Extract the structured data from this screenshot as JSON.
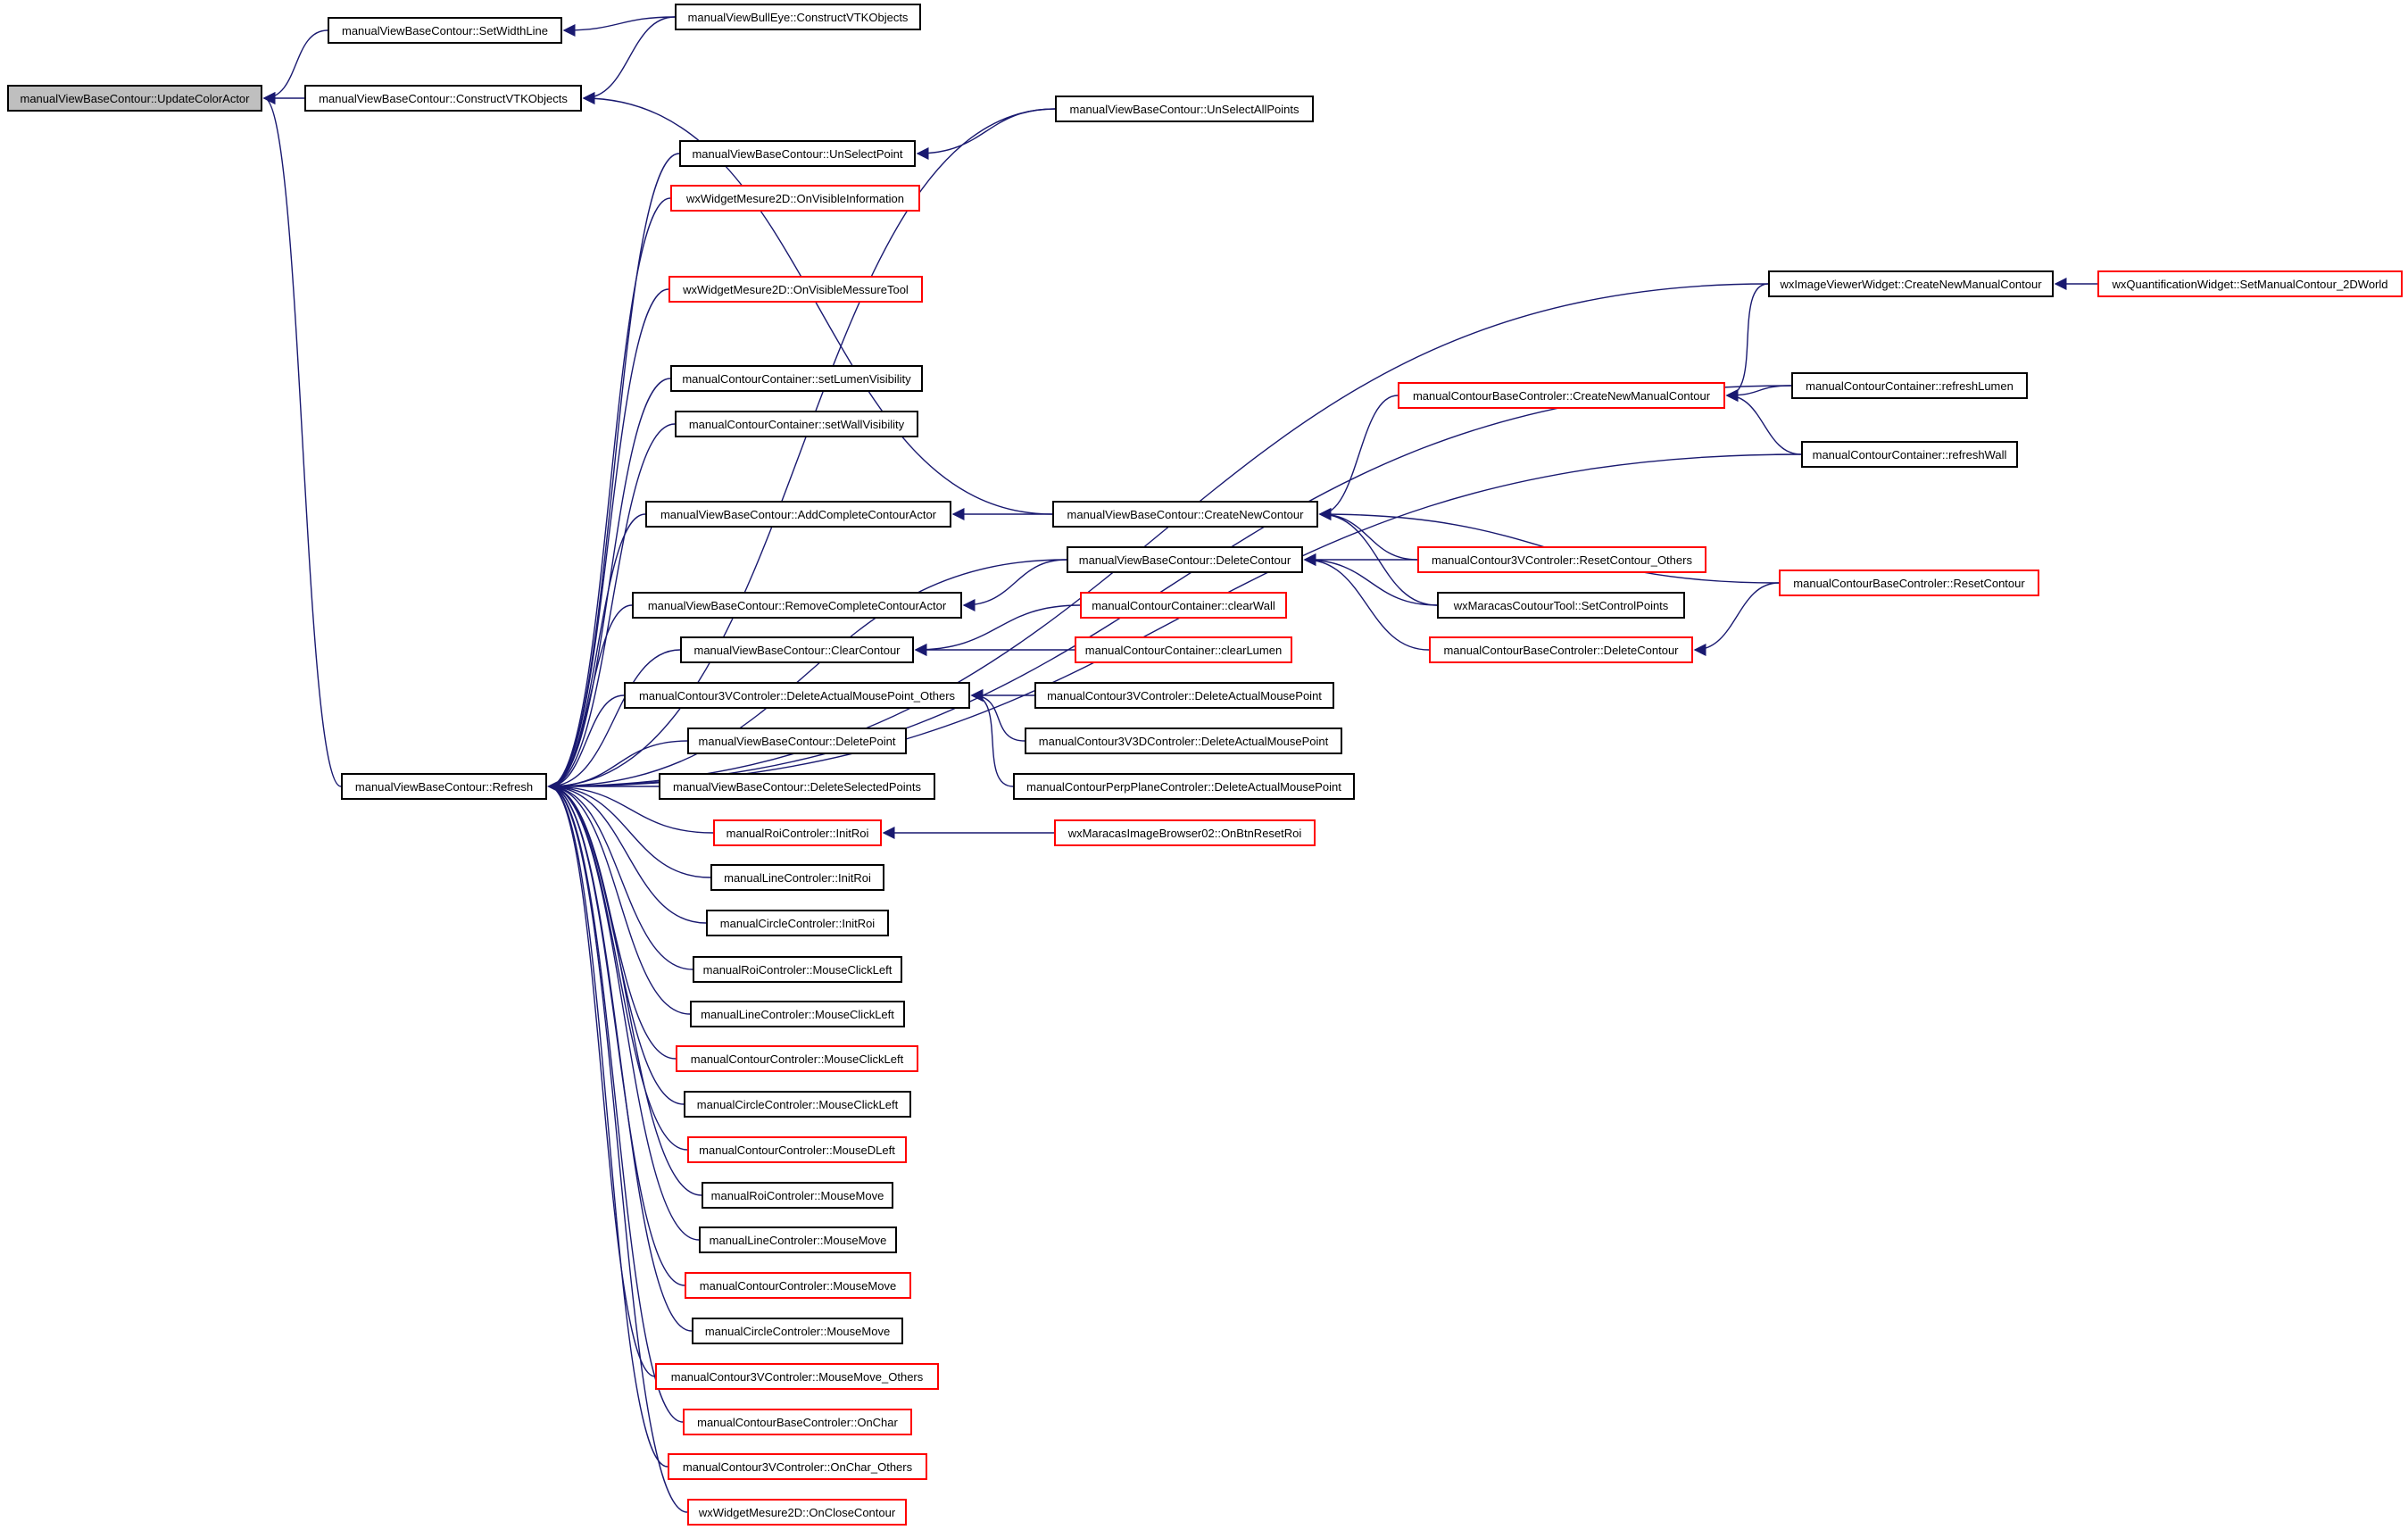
{
  "colors": {
    "edge": "#191970",
    "node_border": "#000000",
    "truncated_border": "#ff0000",
    "focus_fill": "#bfbfbf"
  },
  "nodes": [
    {
      "id": "n0",
      "label": "manualViewBaseContour::UpdateColorActor",
      "style": "focus"
    },
    {
      "id": "n1",
      "label": "manualViewBaseContour::SetWidthLine",
      "style": "normal"
    },
    {
      "id": "n2",
      "label": "manualViewBaseContour::ConstructVTKObjects",
      "style": "normal"
    },
    {
      "id": "n3",
      "label": "manualViewBaseContour::Refresh",
      "style": "normal"
    },
    {
      "id": "n4",
      "label": "manualViewBullEye::ConstructVTKObjects",
      "style": "normal"
    },
    {
      "id": "n5",
      "label": "manualViewBaseContour::UnSelectAllPoints",
      "style": "normal"
    },
    {
      "id": "n6",
      "label": "manualViewBaseContour::UnSelectPoint",
      "style": "normal"
    },
    {
      "id": "n7",
      "label": "wxWidgetMesure2D::OnVisibleInformation",
      "style": "red"
    },
    {
      "id": "n8",
      "label": "wxWidgetMesure2D::OnVisibleMessureTool",
      "style": "red"
    },
    {
      "id": "n9",
      "label": "manualContourContainer::setLumenVisibility",
      "style": "normal"
    },
    {
      "id": "n10",
      "label": "manualContourContainer::setWallVisibility",
      "style": "normal"
    },
    {
      "id": "n11",
      "label": "manualViewBaseContour::AddCompleteContourActor",
      "style": "normal"
    },
    {
      "id": "n12",
      "label": "manualViewBaseContour::RemoveCompleteContourActor",
      "style": "normal"
    },
    {
      "id": "n13",
      "label": "manualViewBaseContour::ClearContour",
      "style": "normal"
    },
    {
      "id": "n14",
      "label": "manualContour3VControler::DeleteActualMousePoint_Others",
      "style": "normal"
    },
    {
      "id": "n15",
      "label": "manualViewBaseContour::DeletePoint",
      "style": "normal"
    },
    {
      "id": "n16",
      "label": "manualViewBaseContour::DeleteSelectedPoints",
      "style": "normal"
    },
    {
      "id": "n17",
      "label": "manualRoiControler::InitRoi",
      "style": "red"
    },
    {
      "id": "n18",
      "label": "manualLineControler::InitRoi",
      "style": "normal"
    },
    {
      "id": "n19",
      "label": "manualCircleControler::InitRoi",
      "style": "normal"
    },
    {
      "id": "n20",
      "label": "manualRoiControler::MouseClickLeft",
      "style": "normal"
    },
    {
      "id": "n21",
      "label": "manualLineControler::MouseClickLeft",
      "style": "normal"
    },
    {
      "id": "n22",
      "label": "manualContourControler::MouseClickLeft",
      "style": "red"
    },
    {
      "id": "n23",
      "label": "manualCircleControler::MouseClickLeft",
      "style": "normal"
    },
    {
      "id": "n24",
      "label": "manualContourControler::MouseDLeft",
      "style": "red"
    },
    {
      "id": "n25",
      "label": "manualRoiControler::MouseMove",
      "style": "normal"
    },
    {
      "id": "n26",
      "label": "manualLineControler::MouseMove",
      "style": "normal"
    },
    {
      "id": "n27",
      "label": "manualContourControler::MouseMove",
      "style": "red"
    },
    {
      "id": "n28",
      "label": "manualCircleControler::MouseMove",
      "style": "normal"
    },
    {
      "id": "n29",
      "label": "manualContour3VControler::MouseMove_Others",
      "style": "red"
    },
    {
      "id": "n30",
      "label": "manualContourBaseControler::OnChar",
      "style": "red"
    },
    {
      "id": "n31",
      "label": "manualContour3VControler::OnChar_Others",
      "style": "red"
    },
    {
      "id": "n32",
      "label": "wxWidgetMesure2D::OnCloseContour",
      "style": "red"
    },
    {
      "id": "n33",
      "label": "manualViewBaseContour::CreateNewContour",
      "style": "normal"
    },
    {
      "id": "n34",
      "label": "manualViewBaseContour::DeleteContour",
      "style": "normal"
    },
    {
      "id": "n35",
      "label": "manualContourContainer::clearWall",
      "style": "red"
    },
    {
      "id": "n36",
      "label": "manualContourContainer::clearLumen",
      "style": "red"
    },
    {
      "id": "n37",
      "label": "manualContour3VControler::DeleteActualMousePoint",
      "style": "normal"
    },
    {
      "id": "n38",
      "label": "manualContour3V3DControler::DeleteActualMousePoint",
      "style": "normal"
    },
    {
      "id": "n39",
      "label": "manualContourPerpPlaneControler::DeleteActualMousePoint",
      "style": "normal"
    },
    {
      "id": "n40",
      "label": "wxMaracasImageBrowser02::OnBtnResetRoi",
      "style": "red"
    },
    {
      "id": "n41",
      "label": "manualContourBaseControler::CreateNewManualContour",
      "style": "red"
    },
    {
      "id": "n42",
      "label": "manualContour3VControler::ResetContour_Others",
      "style": "red"
    },
    {
      "id": "n43",
      "label": "wxMaracasCoutourTool::SetControlPoints",
      "style": "normal"
    },
    {
      "id": "n44",
      "label": "manualContourBaseControler::DeleteContour",
      "style": "red"
    },
    {
      "id": "n45",
      "label": "wxImageViewerWidget::CreateNewManualContour",
      "style": "normal"
    },
    {
      "id": "n46",
      "label": "manualContourContainer::refreshLumen",
      "style": "normal"
    },
    {
      "id": "n47",
      "label": "manualContourContainer::refreshWall",
      "style": "normal"
    },
    {
      "id": "n48",
      "label": "manualContourBaseControler::ResetContour",
      "style": "red"
    },
    {
      "id": "n49",
      "label": "wxQuantificationWidget::SetManualContour_2DWorld",
      "style": "red"
    }
  ],
  "edges": [
    [
      "n1",
      "n0"
    ],
    [
      "n2",
      "n0"
    ],
    [
      "n3",
      "n0"
    ],
    [
      "n4",
      "n1"
    ],
    [
      "n4",
      "n2"
    ],
    [
      "n5",
      "n3"
    ],
    [
      "n6",
      "n3"
    ],
    [
      "n7",
      "n3"
    ],
    [
      "n8",
      "n3"
    ],
    [
      "n9",
      "n3"
    ],
    [
      "n10",
      "n3"
    ],
    [
      "n11",
      "n3"
    ],
    [
      "n12",
      "n3"
    ],
    [
      "n13",
      "n3"
    ],
    [
      "n14",
      "n3"
    ],
    [
      "n15",
      "n3"
    ],
    [
      "n16",
      "n3"
    ],
    [
      "n17",
      "n3"
    ],
    [
      "n18",
      "n3"
    ],
    [
      "n19",
      "n3"
    ],
    [
      "n20",
      "n3"
    ],
    [
      "n21",
      "n3"
    ],
    [
      "n22",
      "n3"
    ],
    [
      "n23",
      "n3"
    ],
    [
      "n24",
      "n3"
    ],
    [
      "n25",
      "n3"
    ],
    [
      "n26",
      "n3"
    ],
    [
      "n27",
      "n3"
    ],
    [
      "n28",
      "n3"
    ],
    [
      "n29",
      "n3"
    ],
    [
      "n30",
      "n3"
    ],
    [
      "n31",
      "n3"
    ],
    [
      "n32",
      "n3"
    ],
    [
      "n33",
      "n2"
    ],
    [
      "n34",
      "n3"
    ],
    [
      "n45",
      "n3"
    ],
    [
      "n46",
      "n3"
    ],
    [
      "n47",
      "n3"
    ],
    [
      "n5",
      "n6"
    ],
    [
      "n33",
      "n11"
    ],
    [
      "n34",
      "n12"
    ],
    [
      "n35",
      "n13"
    ],
    [
      "n36",
      "n13"
    ],
    [
      "n37",
      "n14"
    ],
    [
      "n38",
      "n14"
    ],
    [
      "n39",
      "n14"
    ],
    [
      "n40",
      "n17"
    ],
    [
      "n41",
      "n33"
    ],
    [
      "n42",
      "n33"
    ],
    [
      "n43",
      "n33"
    ],
    [
      "n48",
      "n33"
    ],
    [
      "n42",
      "n34"
    ],
    [
      "n43",
      "n34"
    ],
    [
      "n44",
      "n34"
    ],
    [
      "n45",
      "n41"
    ],
    [
      "n46",
      "n41"
    ],
    [
      "n47",
      "n41"
    ],
    [
      "n48",
      "n44"
    ],
    [
      "n49",
      "n45"
    ]
  ]
}
